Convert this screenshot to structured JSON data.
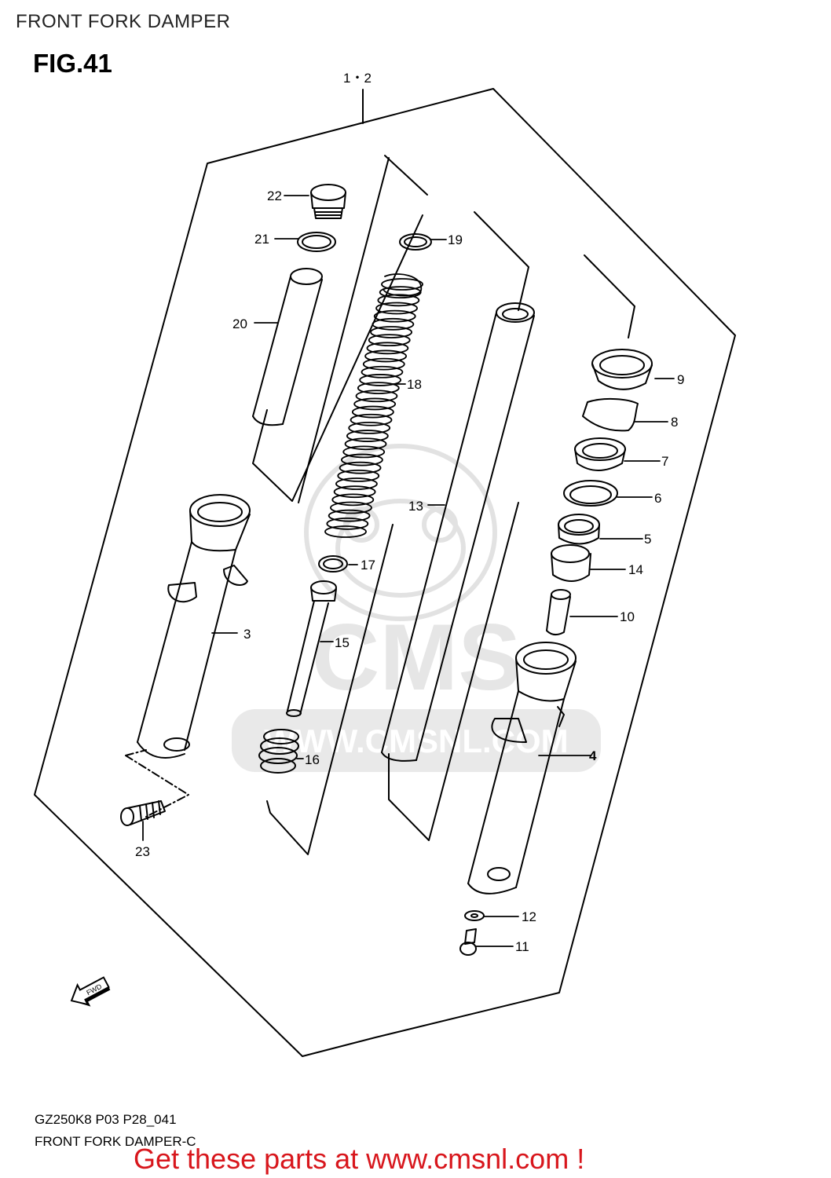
{
  "header": {
    "title": "FRONT FORK DAMPER"
  },
  "figure": {
    "label": "FIG.41"
  },
  "callouts": {
    "c1_2": "1・2",
    "c3": "3",
    "c4": "4",
    "c5": "5",
    "c6": "6",
    "c7": "7",
    "c8": "8",
    "c9": "9",
    "c10": "10",
    "c11": "11",
    "c12": "12",
    "c13": "13",
    "c14": "14",
    "c15": "15",
    "c16": "16",
    "c17": "17",
    "c18": "18",
    "c19": "19",
    "c20": "20",
    "c21": "21",
    "c22": "22",
    "c23": "23"
  },
  "fwd_arrow": {
    "text": "FWD",
    "icon": "fwd-arrow-icon"
  },
  "watermark": {
    "text": "WWW.CMSNL.COM",
    "logo": "CMS"
  },
  "footer": {
    "code": "GZ250K8 P03 P28_041",
    "caption": "FRONT FORK DAMPER-C",
    "ad": "Get these parts at www.cmsnl.com !"
  },
  "colors": {
    "ad": "#d8161c",
    "line": "#000000"
  }
}
